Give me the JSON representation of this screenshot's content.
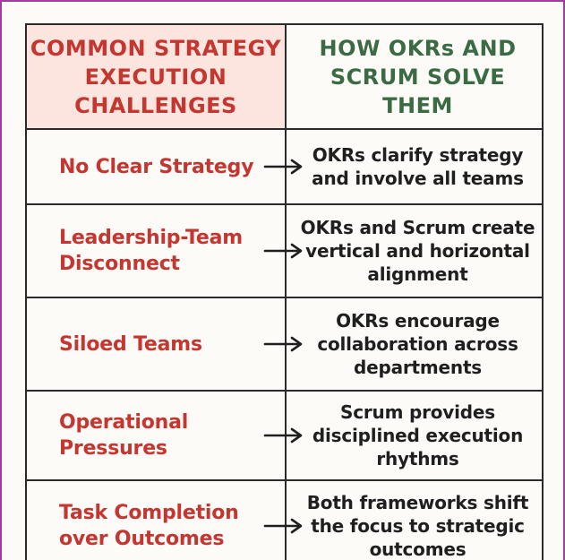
{
  "header": {
    "left_line1": "COMMON STRATEGY",
    "left_line2": "EXECUTION",
    "left_line3": "CHALLENGES",
    "right_line1": "HOW OKRs AND",
    "right_line2": "SCRUM SOLVE THEM"
  },
  "rows": [
    {
      "challenge_lines": [
        "No Clear Strategy"
      ],
      "solution_lines": [
        "OKRs clarify strategy",
        "and involve all teams"
      ]
    },
    {
      "challenge_lines": [
        "Leadership-Team",
        "Disconnect"
      ],
      "solution_lines": [
        "OKRs and Scrum create",
        "vertical and horizontal",
        "alignment"
      ]
    },
    {
      "challenge_lines": [
        "Siloed Teams"
      ],
      "solution_lines": [
        "OKRs encourage",
        "collaboration across",
        "departments"
      ]
    },
    {
      "challenge_lines": [
        "Operational",
        "Pressures"
      ],
      "solution_lines": [
        "Scrum provides",
        "disciplined execution",
        "rhythms"
      ]
    },
    {
      "challenge_lines": [
        "Task Completion",
        "over Outcomes"
      ],
      "solution_lines": [
        "Both frameworks shift",
        "the focus to strategic",
        "outcomes"
      ]
    }
  ],
  "colors": {
    "challenge_red": "#c4362f",
    "solution_green": "#3a6b43",
    "header_fill": "#fbe5de",
    "frame_purple": "#a23aa0"
  },
  "icons": {
    "arrow": "right-arrow-icon"
  }
}
